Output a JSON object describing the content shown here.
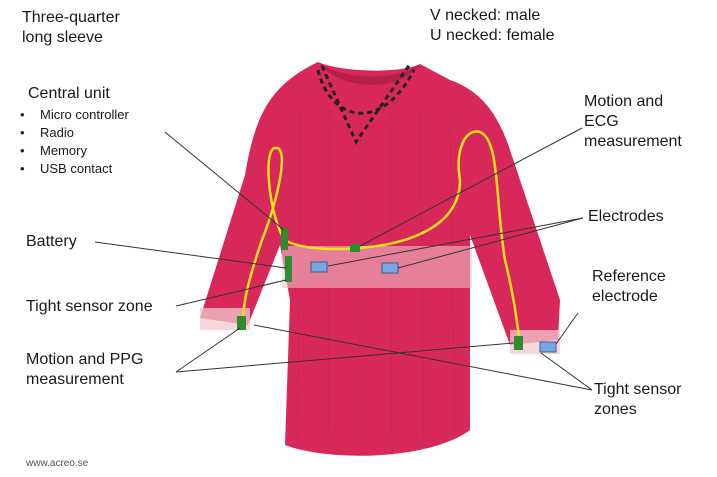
{
  "labels": {
    "sleeve": [
      "Three-quarter",
      "long sleeve"
    ],
    "neck": [
      "V necked: male",
      "U necked: female"
    ],
    "central_unit": "Central unit",
    "central_items": [
      "Micro controller",
      "Radio",
      "Memory",
      "USB contact"
    ],
    "motion_ecg": [
      "Motion and",
      "ECG",
      "measurement"
    ],
    "electrodes": "Electrodes",
    "battery": "Battery",
    "reference": [
      "Reference",
      "electrode"
    ],
    "tight_zone": "Tight sensor zone",
    "motion_ppg": [
      "Motion and PPG",
      "measurement"
    ],
    "tight_zones": [
      "Tight sensor",
      "zones"
    ],
    "watermark": "www.acreo.se"
  },
  "colors": {
    "shirt": "#d8285a",
    "shirt_dark": "#b51f48",
    "wire": "#f2e01a",
    "zone": "#f2c9cf",
    "unit": "#2e8b2e",
    "electrode": "#7aa6e0"
  }
}
